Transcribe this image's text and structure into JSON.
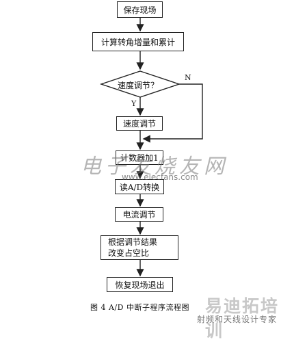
{
  "nodes": {
    "save_context": "保存现场",
    "calc_angle": "计算转角增量和累计",
    "speed_decision": "速度调节？",
    "speed_regulation": "速度调节",
    "counter_add": "计数器加1",
    "read_ad": "读A/D转换",
    "current_regulation": "电流调节",
    "duty_line1": "根据调节结果",
    "duty_line2": "改变占空比",
    "restore_exit": "恢复现场退出"
  },
  "branch": {
    "yes": "Y",
    "no": "N"
  },
  "caption": "图 4  A/D 中断子程序流程图",
  "watermark": {
    "cn": "电子发烧友网",
    "en": "www.elecfans.com",
    "logo": "易迪拓培训",
    "logo_sub": "射频和天线设计专家"
  }
}
